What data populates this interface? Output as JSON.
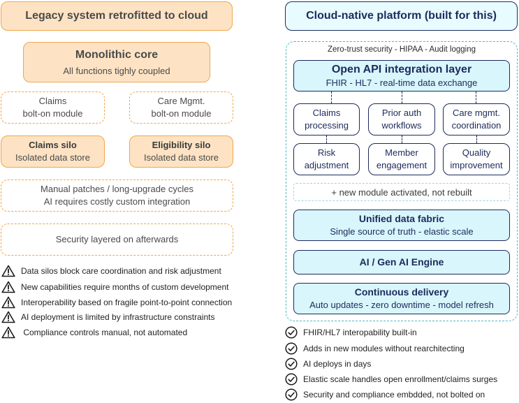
{
  "left": {
    "title": "Legacy system retrofitted to cloud",
    "core": {
      "title": "Monolithic core",
      "subtitle": "All functions tighly coupled"
    },
    "bolt_modules": [
      {
        "line1": "Claims",
        "line2": "bolt-on module"
      },
      {
        "line1": "Care Mgmt.",
        "line2": "bolt-on module"
      }
    ],
    "silos": [
      {
        "title": "Claims silo",
        "subtitle": "Isolated data store"
      },
      {
        "title": "Eligibility silo",
        "subtitle": "Isolated data store"
      }
    ],
    "patches": {
      "line1": "Manual patches / long-upgrade cycles",
      "line2": "AI requires costly custom integration"
    },
    "security": "Security layered on afterwards",
    "warnings": [
      "Data silos block care coordination and risk adjustment",
      "New capabilities require months of custom development",
      "Interoperability based on fragile point-to-point connection",
      "AI deployment is limited by infrastructure constraints",
      " Compliance controls manual, not automated"
    ]
  },
  "right": {
    "title": "Cloud-native platform (built for this)",
    "banner": "Zero-trust security - HIPAA - Audit logging",
    "api_layer": {
      "title": "Open API integration layer",
      "subtitle": "FHIR - HL7 - real-time data exchange"
    },
    "modules": [
      {
        "line1": "Claims",
        "line2": "processing"
      },
      {
        "line1": "Prior auth",
        "line2": "workflows"
      },
      {
        "line1": "Care mgmt.",
        "line2": "coordination"
      },
      {
        "line1": "Risk",
        "line2": "adjustment"
      },
      {
        "line1": "Member",
        "line2": "engagement"
      },
      {
        "line1": "Quality",
        "line2": "improvement"
      }
    ],
    "new_module": "+ new module activated, not rebuilt",
    "data_fabric": {
      "title": "Unified data fabric",
      "subtitle": "Single source of truth - elastic scale"
    },
    "ai_engine": "AI / Gen AI Engine",
    "delivery": {
      "title": "Continuous delivery",
      "subtitle": "Auto updates - zero downtime - model refresh"
    },
    "benefits": [
      "FHIR/HL7 interopability built-in",
      "Adds in new modules without rearchitecting",
      "AI deploys in days",
      "Elastic scale handles open enrollment/claims surges",
      "Security and compliance embdded, not bolted on"
    ]
  }
}
